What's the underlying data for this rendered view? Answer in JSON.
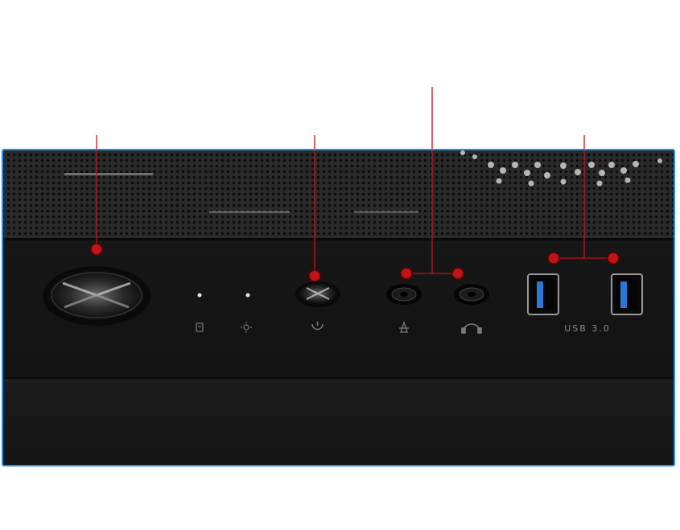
{
  "panel": {
    "usb_label": "USB 3.0",
    "frame_color": "#1e90e8",
    "case_color": "#141414",
    "mesh_color": "#232323",
    "usb_port_color": "#2a77d6"
  },
  "icons": {
    "hdd_led": "hdd-icon",
    "power_led": "sun-icon",
    "reset": "power-symbol-icon",
    "mic": "microphone-icon",
    "headphone": "headphone-icon"
  },
  "callouts": {
    "color": "#c0141b",
    "items": [
      "power-button",
      "reset-button",
      "audio-jacks",
      "usb-ports"
    ]
  }
}
